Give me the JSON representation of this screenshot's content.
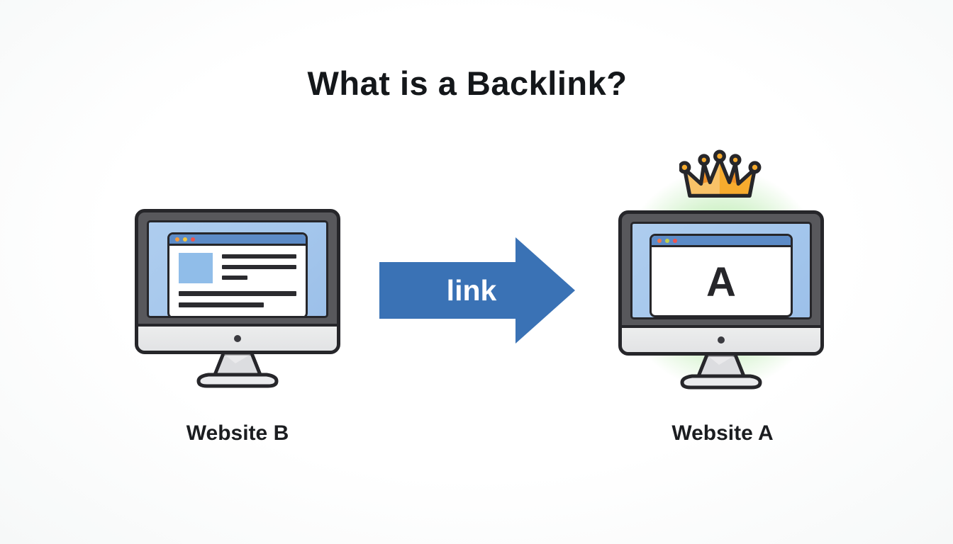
{
  "title": "What is a Backlink?",
  "arrow": {
    "label": "link",
    "color": "#3a72b5"
  },
  "sites": {
    "left": {
      "label": "Website B"
    },
    "right": {
      "label": "Website A",
      "screen_letter": "A",
      "has_crown": true
    }
  },
  "icons": {
    "crown": "crown-icon",
    "power_button": "power-dot-icon",
    "browser_dots_left": [
      "#f59b3d",
      "#f5c73e",
      "#ef5350"
    ],
    "browser_dots_right": [
      "#f0764f",
      "#c3d14b",
      "#ef5350"
    ]
  },
  "colors": {
    "arrow_blue": "#3a72b5",
    "screen_blue": "#a7c8ec",
    "browser_header_blue": "#5c8bc7",
    "bezel_gray": "#58585c",
    "outline_dark": "#26262a",
    "crown_gold": "#f6ab2e",
    "glow_green": "#8bdd78",
    "image_placeholder_blue": "#90bde9",
    "background": "#fdfdfe"
  }
}
